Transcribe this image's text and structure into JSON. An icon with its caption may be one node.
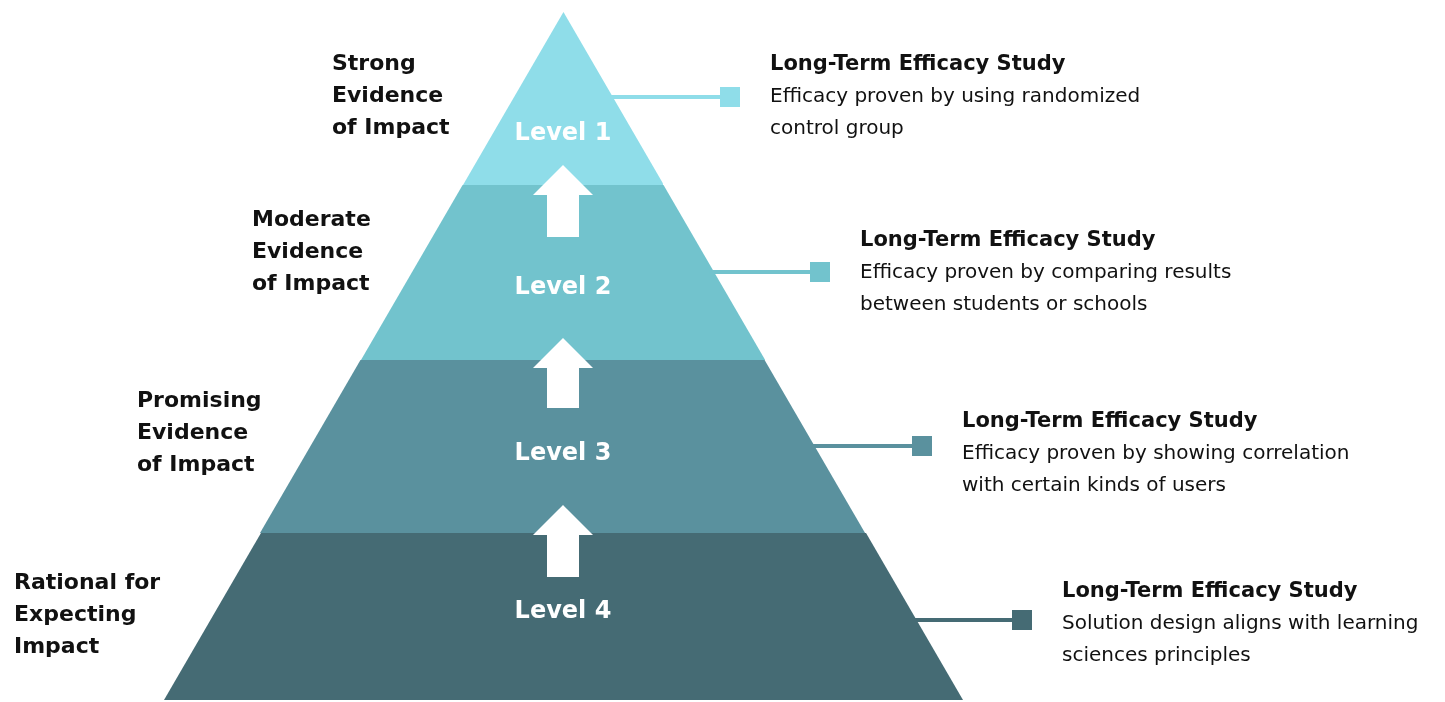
{
  "diagram": {
    "nodes": [
      {
        "text": [
          "Level 1"
        ],
        "beside": [
          "Strong Evidence of Impact"
        ]
      },
      {
        "text": [
          "Level 2"
        ],
        "beside": [
          "Moderate Evidence of Impact"
        ]
      },
      {
        "text": [
          "Level 3"
        ],
        "beside": [
          "Promising Evidence of Impact"
        ]
      },
      {
        "text": [
          "Level 4"
        ],
        "beside": [
          "Rational for Expecting Impact"
        ]
      },
      {
        "text": [
          "Long-Term Efficacy Study",
          "Efficacy proven by using randomized control group"
        ]
      },
      {
        "text": [
          "Long-Term Efficacy Study",
          "Efficacy proven by comparing results between students or schools"
        ]
      },
      {
        "text": [
          "Long-Term Efficacy Study",
          "Efficacy proven by showing correlation with certain kinds of users"
        ]
      },
      {
        "text": [
          "Long-Term Efficacy Study",
          "Solution design aligns with learning sciences principles"
        ]
      }
    ],
    "edges": [
      {
        "from": 3,
        "to": 2,
        "arrow": "to",
        "style": "thick",
        "color": "#ffffff"
      },
      {
        "from": 2,
        "to": 1,
        "arrow": "to",
        "style": "thick",
        "color": "#ffffff"
      },
      {
        "from": 1,
        "to": 0,
        "arrow": "to",
        "style": "thick",
        "color": "#ffffff"
      },
      {
        "from": 0,
        "to": 4,
        "arrow": "other",
        "color": "#8fdde9"
      },
      {
        "from": 1,
        "to": 5,
        "arrow": "other",
        "color": "#72c3cd"
      },
      {
        "from": 2,
        "to": 6,
        "arrow": "other",
        "color": "#5a919e"
      },
      {
        "from": 3,
        "to": 7,
        "arrow": "other",
        "color": "#456b74"
      }
    ]
  }
}
